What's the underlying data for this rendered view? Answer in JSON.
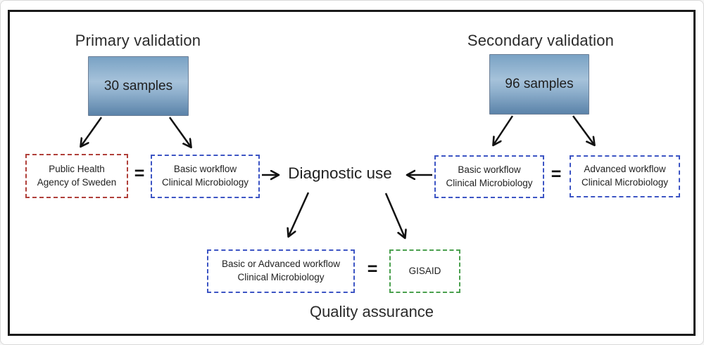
{
  "colors": {
    "frame_border": "#1a1a1a",
    "samples_box_top": "#79a2c4",
    "samples_box_mid": "#a6c2da",
    "samples_box_bottom": "#5b83a9",
    "phas_border": "#b0403a",
    "workflow_border": "#3d55c4",
    "gisaid_border": "#4aa04e",
    "arrow": "#111111",
    "text": "#1f1f1f"
  },
  "primary": {
    "heading": "Primary validation",
    "samples_label": "30 samples"
  },
  "secondary": {
    "heading": "Secondary validation",
    "samples_label": "96 samples"
  },
  "nodes": {
    "phas": {
      "line1": "Public Health",
      "line2": "Agency of Sweden"
    },
    "basic_left": {
      "line1": "Basic workflow",
      "line2": "Clinical Microbiology"
    },
    "basic_right": {
      "line1": "Basic workflow",
      "line2": "Clinical Microbiology"
    },
    "advanced": {
      "line1": "Advanced workflow",
      "line2": "Clinical Microbiology"
    },
    "basic_or_advanced": {
      "line1": "Basic or Advanced workflow",
      "line2": "Clinical Microbiology"
    },
    "gisaid": {
      "label": "GISAID"
    }
  },
  "center_label": "Diagnostic use",
  "equals": "=",
  "quality_label": "Quality assurance"
}
